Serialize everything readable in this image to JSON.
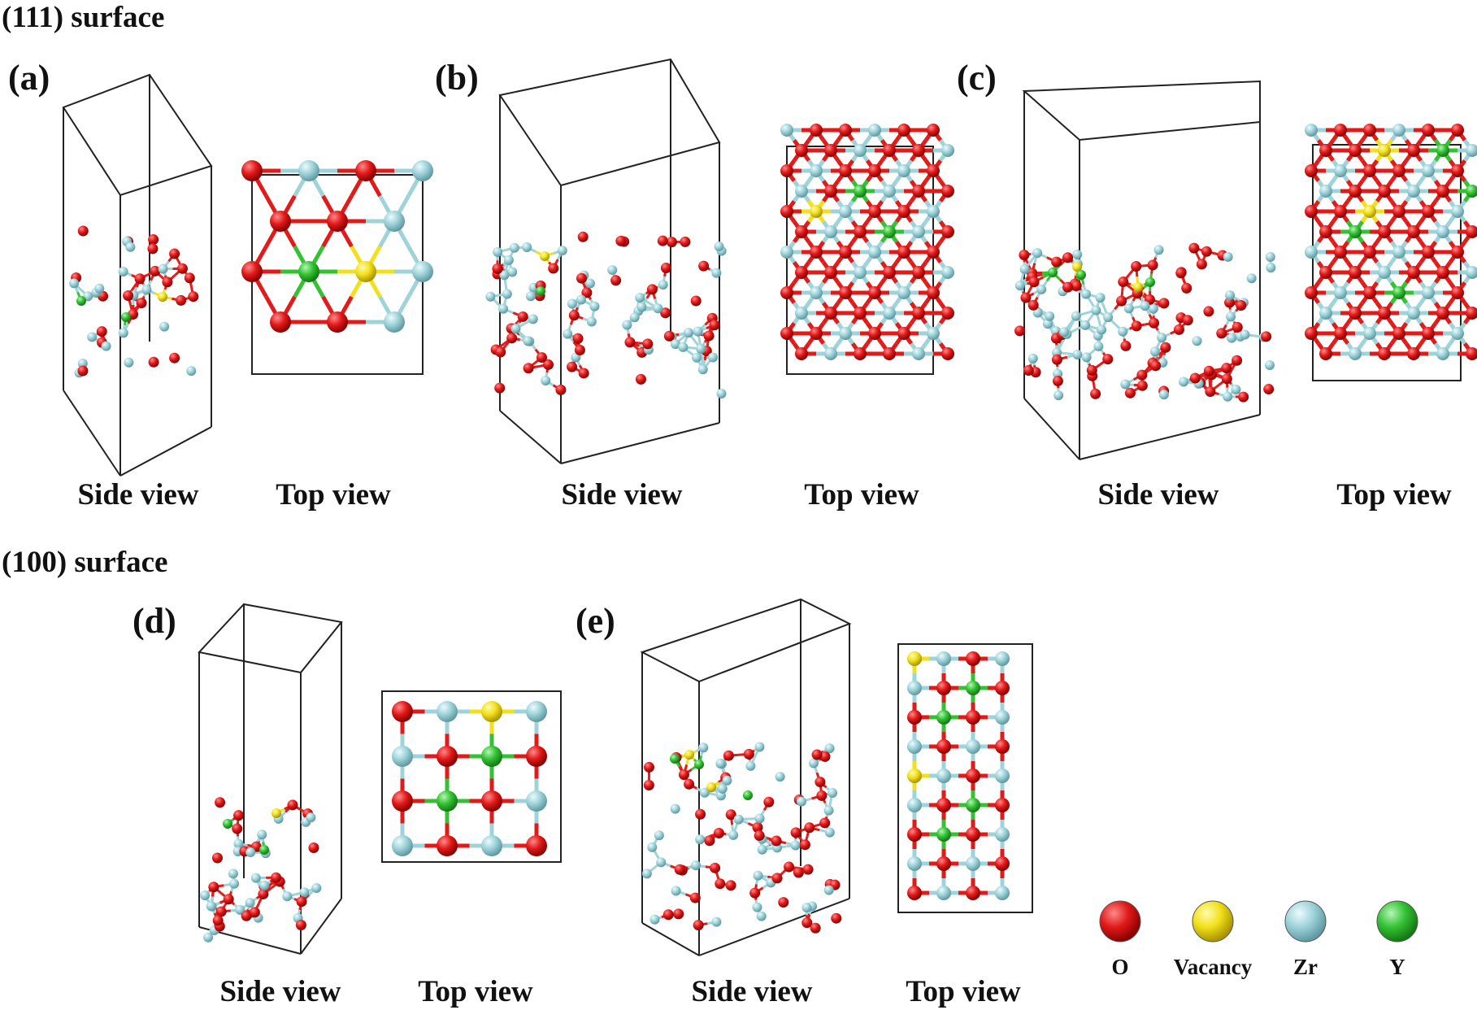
{
  "sections": {
    "s111": "(111) surface",
    "s100": "(100) surface"
  },
  "panels": {
    "a": {
      "label": "(a)",
      "side": "Side view",
      "top": "Top view"
    },
    "b": {
      "label": "(b)",
      "side": "Side view",
      "top": "Top view"
    },
    "c": {
      "label": "(c)",
      "side": "Side view",
      "top": "Top view"
    },
    "d": {
      "label": "(d)",
      "side": "Side view",
      "top": "Top view"
    },
    "e": {
      "label": "(e)",
      "side": "Side view",
      "top": "Top view"
    }
  },
  "legend": {
    "items": [
      {
        "label": "O",
        "color": "#e11a1a"
      },
      {
        "label": "Vacancy",
        "color": "#f2e01c"
      },
      {
        "label": "Zr",
        "color": "#9fd3da"
      },
      {
        "label": "Y",
        "color": "#34c234"
      }
    ]
  },
  "colors": {
    "O": "#e11a1a",
    "Vacancy": "#f2e01c",
    "Zr": "#9fd3da",
    "Y": "#34c234",
    "cell": "#222222"
  }
}
